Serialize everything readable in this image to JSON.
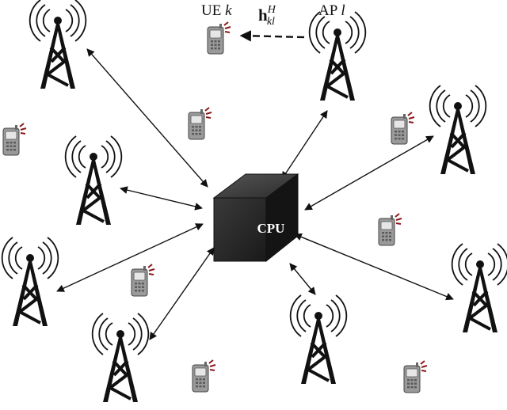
{
  "labels": {
    "ue": "UE",
    "ue_index": "k",
    "channel_base": "h",
    "channel_sup": "H",
    "channel_sub": "kl",
    "ap": "AP",
    "ap_index": "l",
    "cpu": "CPU"
  },
  "icons": {
    "access_point": "radio-tower-icon",
    "user_equipment": "mobile-phone-icon",
    "central_unit": "cube-server-icon"
  },
  "colors": {
    "line": "#111111",
    "tower": "#111111",
    "phone_body": "#9a9a9a",
    "phone_screen": "#e6e6e6",
    "phone_signal": "#8b1a1a",
    "cpu_front": "#2a2a2a",
    "cpu_top": "#3c3c3c",
    "cpu_side": "#141414"
  }
}
